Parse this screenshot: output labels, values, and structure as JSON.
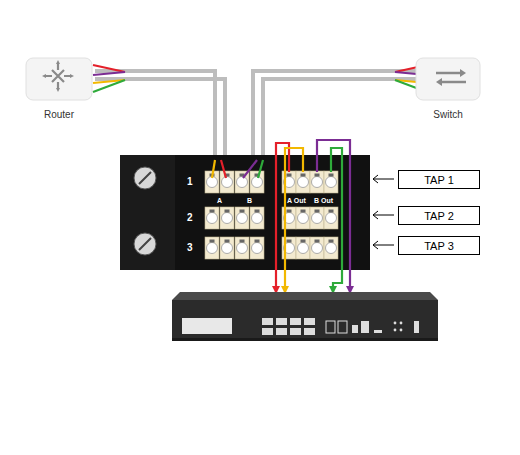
{
  "diagram": {
    "nodes": [
      {
        "text": [
          "Router"
        ]
      },
      {
        "text": [
          "Switch"
        ]
      },
      {
        "text": [
          "TAP 1"
        ]
      },
      {
        "text": [
          "TAP 2"
        ]
      },
      {
        "text": [
          "TAP 3"
        ]
      }
    ],
    "labels": [
      "1",
      "2",
      "3",
      "A",
      "B",
      "A Out",
      "B Out"
    ]
  }
}
